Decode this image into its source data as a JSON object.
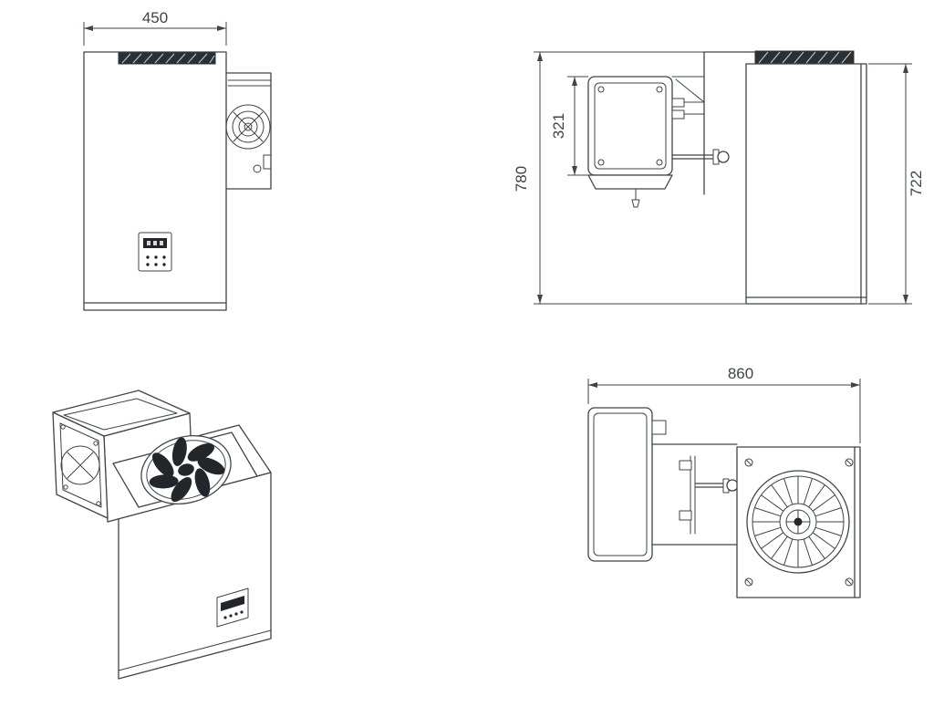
{
  "dims": {
    "front_width": "450",
    "side_overall_height": "780",
    "side_evaporator_height": "321",
    "side_body_height": "722",
    "top_depth": "860"
  },
  "colors": {
    "line": "#3f444a",
    "hatch_band": "#2b3035",
    "fan_blade": "#23272b",
    "display": "#23272b",
    "background": "#ffffff"
  }
}
